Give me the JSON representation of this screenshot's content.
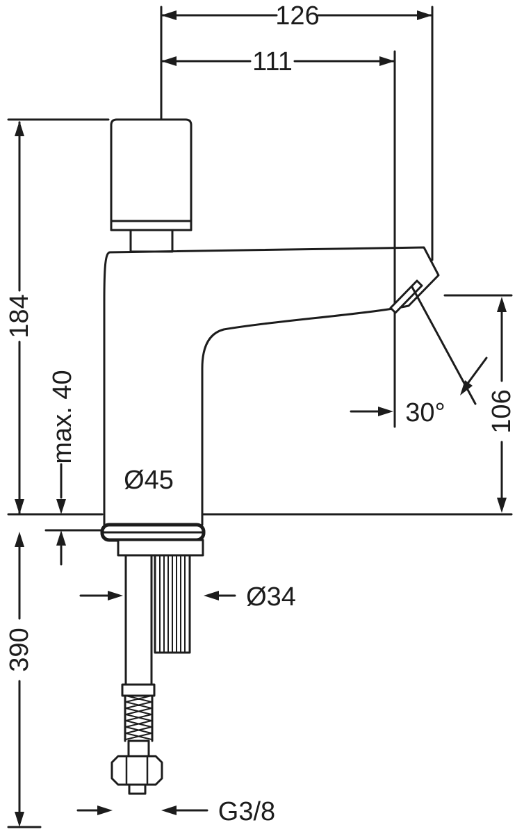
{
  "colors": {
    "ink": "#1c1c1c",
    "background": "#ffffff"
  },
  "drawing": {
    "kind": "technical-dimension-drawing",
    "dimensions": {
      "overall_depth": "126",
      "spout_reach": "111",
      "body_height": "184",
      "max_mounting_thickness": "max. 40",
      "base_diameter": "Ø45",
      "outlet_angle": "30°",
      "outlet_height": "106",
      "hose_length": "390",
      "shank_diameter": "Ø34",
      "connection_thread": "G3/8"
    }
  }
}
